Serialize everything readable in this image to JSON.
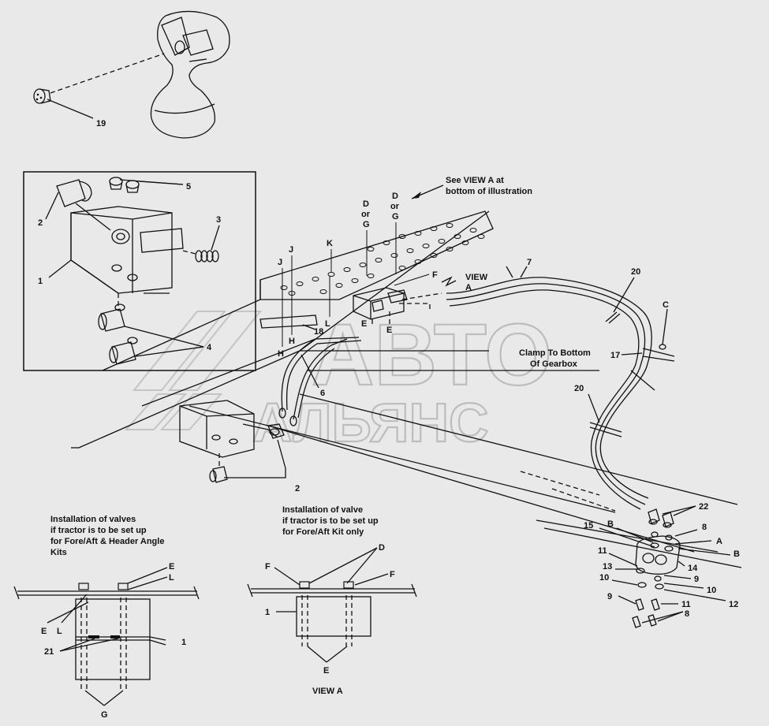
{
  "watermark": {
    "line1": "АВТО",
    "line2": "АЛЬЯНС"
  },
  "callouts": {
    "c19": "19",
    "c5": "5",
    "c2a": "2",
    "c3": "3",
    "c1a": "1",
    "c4": "4",
    "c2b": "2",
    "c6": "6",
    "c7": "7",
    "c20a": "20",
    "c20b": "20",
    "c17": "17",
    "c18": "18",
    "c22": "22",
    "c15": "15",
    "c8a": "8",
    "c8b": "8",
    "c11a": "11",
    "c11b": "11",
    "c13": "13",
    "c14": "14",
    "c9a": "9",
    "c9b": "9",
    "c10a": "10",
    "c10b": "10",
    "c12": "12",
    "c1b": "1",
    "c1c": "1",
    "c21": "21"
  },
  "letters": {
    "J1": "J",
    "J2": "J",
    "K": "K",
    "H1": "H",
    "H2": "H",
    "L1": "L",
    "E1": "E",
    "E2": "E",
    "F1": "F",
    "A1": "A",
    "A2": "A",
    "B1": "B",
    "B2": "B",
    "C": "C",
    "D1": "D",
    "or1": "or",
    "G1": "G",
    "D2": "D",
    "or2": "or",
    "G2": "G",
    "E3": "E",
    "L2": "L",
    "E4": "E",
    "L3": "L",
    "G3": "G",
    "F2": "F",
    "D3": "D",
    "F3": "F",
    "E5": "E"
  },
  "notes": {
    "see_view_1": "See VIEW A at",
    "see_view_2": "bottom of illustration",
    "view_label": "VIEW",
    "clamp_1": "Clamp To Bottom",
    "clamp_2": "Of Gearbox",
    "inst1_l1": "Installation of valves",
    "inst1_l2": "if tractor is to be set up",
    "inst1_l3": "for Fore/Aft & Header Angle",
    "inst1_l4": "Kits",
    "inst2_l1": "Installation of valve",
    "inst2_l2": "if tractor is to be set up",
    "inst2_l3": "for Fore/Aft Kit only",
    "view_a": "VIEW   A"
  }
}
